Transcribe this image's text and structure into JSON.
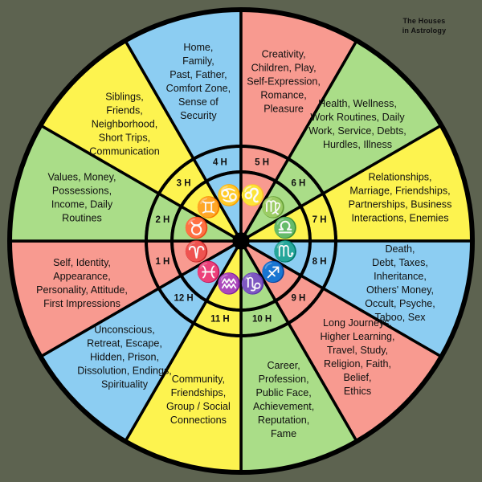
{
  "title": {
    "line1": "The Houses",
    "line2": "in Astrology"
  },
  "palette": {
    "background": "#5d6350",
    "green": "#aadd88",
    "red": "#f89a90",
    "blue": "#8ccdf2",
    "yellow": "#fdf34f",
    "stroke": "#000000",
    "text": "#111111"
  },
  "chart_data": {
    "type": "pie",
    "title": "The Houses in Astrology",
    "legend": "none",
    "grid": false,
    "rings": [
      "outer-descriptions",
      "middle-house-numbers",
      "inner-zodiac-signs"
    ],
    "slice_count": 12,
    "slice_degrees": 30,
    "categories": [
      "1 H",
      "2 H",
      "3 H",
      "4 H",
      "5 H",
      "6 H",
      "7 H",
      "8 H",
      "9 H",
      "10 H",
      "11 H",
      "12 H"
    ],
    "values": [
      30,
      30,
      30,
      30,
      30,
      30,
      30,
      30,
      30,
      30,
      30,
      30
    ],
    "houses": [
      {
        "number": 1,
        "number_label": "1 H",
        "color": "#f89a90",
        "sign_name": "Aries",
        "sign_glyph": "♈",
        "description_lines": [
          "Self, Identity,",
          "Appearance,",
          "Personality, Attitude,",
          "First Impressions"
        ],
        "description": "Self, Identity, Appearance, Personality, Attitude, First Impressions"
      },
      {
        "number": 2,
        "number_label": "2 H",
        "color": "#aadd88",
        "sign_name": "Taurus",
        "sign_glyph": "♉",
        "description_lines": [
          "Values, Money,",
          "Possessions,",
          "Income, Daily",
          "Routines"
        ],
        "description": "Values, Money, Possessions, Income, Daily Routines"
      },
      {
        "number": 3,
        "number_label": "3 H",
        "color": "#fdf34f",
        "sign_name": "Gemini",
        "sign_glyph": "♊",
        "description_lines": [
          "Siblings,",
          "Friends,",
          "Neighborhood,",
          "Short Trips,",
          "Communication"
        ],
        "description": "Siblings, Friends, Neighborhood, Short Trips, Communication"
      },
      {
        "number": 4,
        "number_label": "4 H",
        "color": "#8ccdf2",
        "sign_name": "Cancer",
        "sign_glyph": "♋",
        "description_lines": [
          "Home,",
          "Family,",
          "Past, Father,",
          "Comfort Zone,",
          "Sense of",
          "Security"
        ],
        "description": "Home, Family, Past, Father, Comfort Zone, Sense of Security"
      },
      {
        "number": 5,
        "number_label": "5 H",
        "color": "#f89a90",
        "sign_name": "Leo",
        "sign_glyph": "♌",
        "description_lines": [
          "Creativity,",
          "Children,  Play,",
          "Self-Expression,",
          "Romance,",
          "Pleasure"
        ],
        "description": "Creativity, Children, Play, Self-Expression, Romance, Pleasure"
      },
      {
        "number": 6,
        "number_label": "6 H",
        "color": "#aadd88",
        "sign_name": "Virgo",
        "sign_glyph": "♍",
        "description_lines": [
          "Health, Wellness,",
          "Work Routines, Daily",
          "Work, Service,  Debts,",
          "Hurdles, Illness"
        ],
        "description": "Health, Wellness, Work Routines, Daily Work, Service, Debts, Hurdles, Illness"
      },
      {
        "number": 7,
        "number_label": "7 H",
        "color": "#fdf34f",
        "sign_name": "Libra",
        "sign_glyph": "♎",
        "description_lines": [
          "Relationships,",
          "Marriage, Friendships,",
          "Partnerships, Business",
          "Interactions, Enemies"
        ],
        "description": "Relationships, Marriage, Friendships, Partnerships, Business Interactions, Enemies"
      },
      {
        "number": 8,
        "number_label": "8 H",
        "color": "#8ccdf2",
        "sign_name": "Scorpio",
        "sign_glyph": "♏",
        "description_lines": [
          "Death,",
          "Debt, Taxes,",
          "Inheritance,",
          "Others' Money,",
          "Occult, Psyche,",
          "Taboo, Sex"
        ],
        "description": "Death, Debt, Taxes, Inheritance, Others' Money, Occult, Psyche, Taboo, Sex"
      },
      {
        "number": 9,
        "number_label": "9 H",
        "color": "#f89a90",
        "sign_name": "Sagittarius",
        "sign_glyph": "♐",
        "description_lines": [
          "Long Journeys,",
          "Higher Learning,",
          "Travel, Study,",
          "Religion, Faith,",
          "Belief,",
          "Ethics"
        ],
        "description": "Long Journeys, Higher Learning, Travel, Study, Religion, Faith, Belief, Ethics"
      },
      {
        "number": 10,
        "number_label": "10 H",
        "color": "#aadd88",
        "sign_name": "Capricorn",
        "sign_glyph": "♑",
        "description_lines": [
          "Career,",
          "Profession,",
          "Public Face,",
          "Achievement,",
          "Reputation,",
          "Fame"
        ],
        "description": "Career, Profession, Public Face, Achievement, Reputation, Fame"
      },
      {
        "number": 11,
        "number_label": "11 H",
        "color": "#fdf34f",
        "sign_name": "Aquarius",
        "sign_glyph": "♒",
        "description_lines": [
          "Community,",
          "Friendships,",
          "Group / Social",
          "Connections"
        ],
        "description": "Community, Friendships, Group / Social Connections"
      },
      {
        "number": 12,
        "number_label": "12 H",
        "color": "#8ccdf2",
        "sign_name": "Pisces",
        "sign_glyph": "♓",
        "description_lines": [
          "Unconscious,",
          "Retreat, Escape,",
          "Hidden, Prison,",
          "Dissolution, Endings,",
          "Spirituality"
        ],
        "description": "Unconscious, Retreat, Escape, Hidden, Prison, Dissolution, Endings, Spirituality"
      }
    ]
  }
}
